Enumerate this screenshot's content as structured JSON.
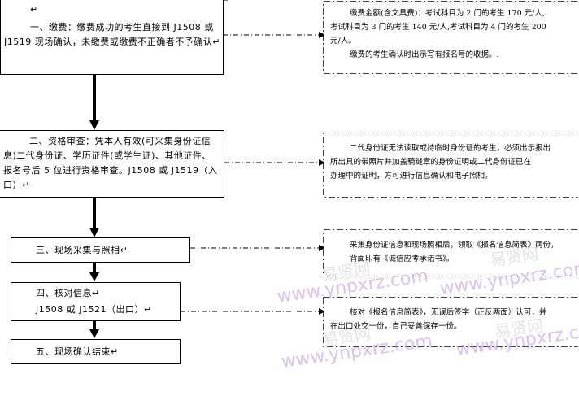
{
  "steps": [
    {
      "line1": "一、缴费：缴费成功的考生直接到 J1508 或",
      "line2": "J1519 现场确认，未缴费或缴费不正确者不予确认↵"
    },
    {
      "line1": "二、资格审查：凭本人有效(可采集身份证信",
      "line2": "息)二代身份证、学历证件(或学生证)、其他证件、",
      "line3": "报名号后 5 位进行资格审查。J1508 或 J1519（入",
      "line4": "口）↵"
    },
    {
      "line1": "三、现场采集与照相↵"
    },
    {
      "line1": "四、核对信息↵",
      "line2": "J1508 或 J1521（出口）↵"
    },
    {
      "line1": "五、现场确认结束↵"
    }
  ],
  "notes": [
    {
      "line1": "缴费金额(含文具费)：考试科目为 2 门的考生 170 元/人,",
      "line2": "考试科目为 3 门的考生 140 元/人,考试科目为 4 门的考生 200",
      "line3": "元/人。",
      "line4": "缴费的考生确认时出示写有报名号的收据。."
    },
    {
      "line1": "二代身份证无法读取或持临时身份证的考生，必须出示报出",
      "line2": "所出具的带照片并加盖騎缝章的身份证明或二代身份证已在",
      "line3": "办理中的证明，方可进行信息确认和电子照相。"
    },
    {
      "line1": "采集身份证信息和现场照相后，领取《报名信息简表》两份，",
      "line2": "背面印有《诚信应考承诺书》。"
    },
    {
      "line1": "核对《报名信息简表》，无误后签字（正反两面）认可，并",
      "line2": "在出口处交一份，自己妥善保存一份。"
    }
  ],
  "watermarks": {
    "latin": "www.ynpxrz.com",
    "cn": "易贤网"
  },
  "top_mark": "↵"
}
